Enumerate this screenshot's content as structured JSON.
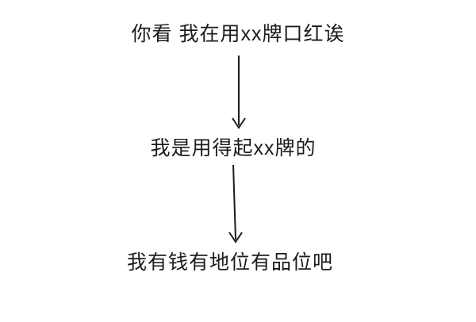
{
  "diagram": {
    "title": "lipstick-brand-implication-flow",
    "background_color": "#ffffff",
    "text_color": "#1c1c1c",
    "arrow_color": "#1c1c1c",
    "steps": [
      {
        "label": "你看 我在用xx牌口红诶"
      },
      {
        "label": "我是用得起xx牌的"
      },
      {
        "label": "我有钱有地位有品位吧"
      }
    ],
    "connectors": [
      {
        "from": 0,
        "to": 1,
        "type": "down-arrow"
      },
      {
        "from": 1,
        "to": 2,
        "type": "down-arrow"
      }
    ]
  }
}
